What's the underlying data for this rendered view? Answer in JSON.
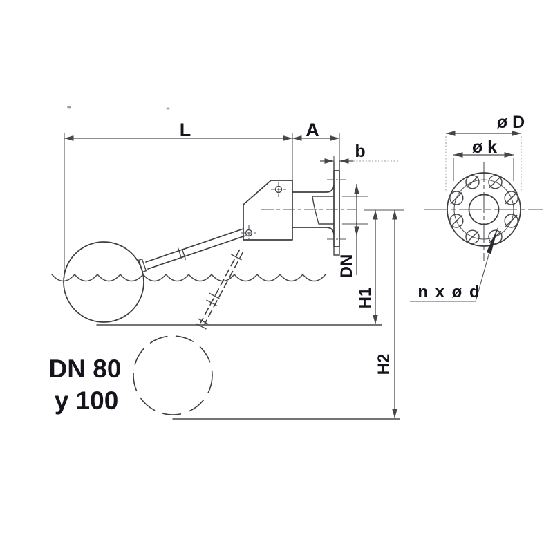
{
  "labels": {
    "length": "L",
    "offset": "A",
    "flange_thickness": "b",
    "nominal_bore": "DN",
    "height_to_waterline": "H1",
    "height_overall": "H2",
    "flange_outer_diameter": "ø D",
    "bolt_circle_diameter": "ø k",
    "bolt_holes": "n x ø d"
  },
  "note": {
    "line1": "DN 80",
    "line2": "y 100"
  },
  "front_view": {
    "bolt_hole_count": 8
  }
}
